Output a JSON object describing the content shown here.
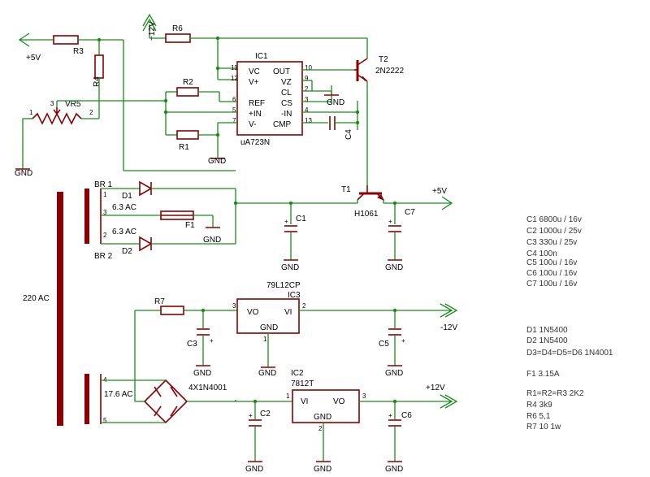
{
  "components": {
    "r1": "R1",
    "r2": "R2",
    "r3": "R3",
    "r4": "R4",
    "r6": "R6",
    "r7": "R7",
    "vr5": "VR5",
    "ic1_ref": "IC1",
    "ic1_part": "uA723N",
    "t1_ref": "T1",
    "t1_part": "H1061",
    "t2_ref": "T2",
    "t2_part": "2N2222",
    "d1": "D1",
    "d2": "D2",
    "f1": "F1",
    "c1": "C1",
    "c2": "C2",
    "c3": "C3",
    "c4": "C4",
    "c5": "C5",
    "c6": "C6",
    "c7": "C7",
    "ic2_ref": "IC2",
    "ic2_part": "7812T",
    "ic3_ref": "IC3",
    "ic3_part": "79L12CP",
    "bridge": "4X1N4001",
    "br1": "BR 1",
    "br2": "BR 2"
  },
  "pins": {
    "ic1": [
      "VC",
      "V+",
      "REF",
      "+IN",
      "V-",
      "OUT",
      "VZ",
      "CL",
      "CS",
      "-IN",
      "CMP"
    ],
    "ic1_num": [
      "11",
      "12",
      "6",
      "5",
      "7",
      "10",
      "9",
      "2",
      "3",
      "4",
      "13"
    ],
    "ic3": [
      "VO",
      "VI",
      "GND"
    ],
    "ic3_num": [
      "3",
      "2",
      "1"
    ],
    "ic2": [
      "VI",
      "VO",
      "GND"
    ],
    "ic2_num": [
      "1",
      "3",
      "2"
    ],
    "vr5_num": [
      "1",
      "3",
      "2"
    ],
    "trafo_num": [
      "1",
      "3",
      "2",
      "4",
      "5"
    ]
  },
  "nets": {
    "plus5_left": "+5V",
    "plus5_right": "+5V",
    "plus12_top": "+12V",
    "plus12_out": "+12V",
    "minus12_out": "-12V",
    "gnd": "GND"
  },
  "trafo": {
    "primary": "220 AC",
    "sec1": "6.3 AC",
    "sec2": "6.3 AC",
    "sec3": "17.6 AC"
  },
  "parts_list": [
    "C1 6800u / 16v",
    "C2 1000u / 25v",
    "C3 330u / 25v",
    "C4 100n",
    "C5 100u / 16v",
    "C6 100u / 16v",
    "C7 100u / 16v",
    "D1 1N5400",
    "D2 1N5400",
    "D3=D4=D5=D6 1N4001",
    "F1 3.15A",
    "R1=R2=R3 2K2",
    "R4 3k9",
    "R6 5,1",
    "R7 10    1w"
  ]
}
